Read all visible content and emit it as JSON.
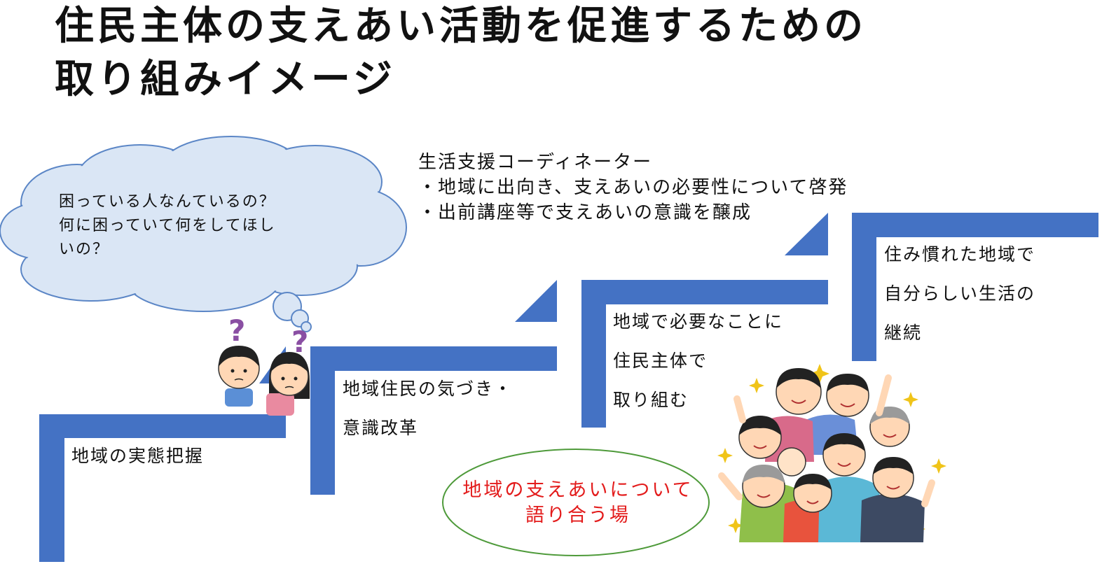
{
  "title": {
    "line1": "住民主体の支えあい活動を促進するための",
    "line2": "取り組みイメージ"
  },
  "cloud": {
    "line1": "困っている人なんているの？",
    "line2": "何に困っていて何をしてほし",
    "line3": "いの？"
  },
  "coordinator": {
    "line1": "生活支援コーディネーター",
    "line2": "・地域に出向き、支えあいの必要性について啓発",
    "line3": "・出前講座等で支えあいの意識を醸成"
  },
  "steps": [
    {
      "lines": [
        "地域の実態把握"
      ]
    },
    {
      "lines": [
        "地域住民の気づき・",
        "意識改革"
      ]
    },
    {
      "lines": [
        "地域で必要なことに",
        "住民主体で",
        "取り組む"
      ]
    },
    {
      "lines": [
        "住み慣れた地域で",
        "自分らしい生活の",
        "継続"
      ]
    }
  ],
  "meeting": {
    "line1": "地域の支えあいについて",
    "line2": "語り合う場"
  },
  "colors": {
    "step_blue": "#4472c4",
    "cloud_fill": "#dae6f5",
    "cloud_stroke": "#5b86c6",
    "meeting_text": "#e31b1b",
    "ellipse_stroke": "#4e9a3a",
    "question_mark": "#8a4fa3"
  },
  "icons": {
    "thinking_people": "worried-people-illustration",
    "crowd": "cheering-crowd-illustration"
  }
}
